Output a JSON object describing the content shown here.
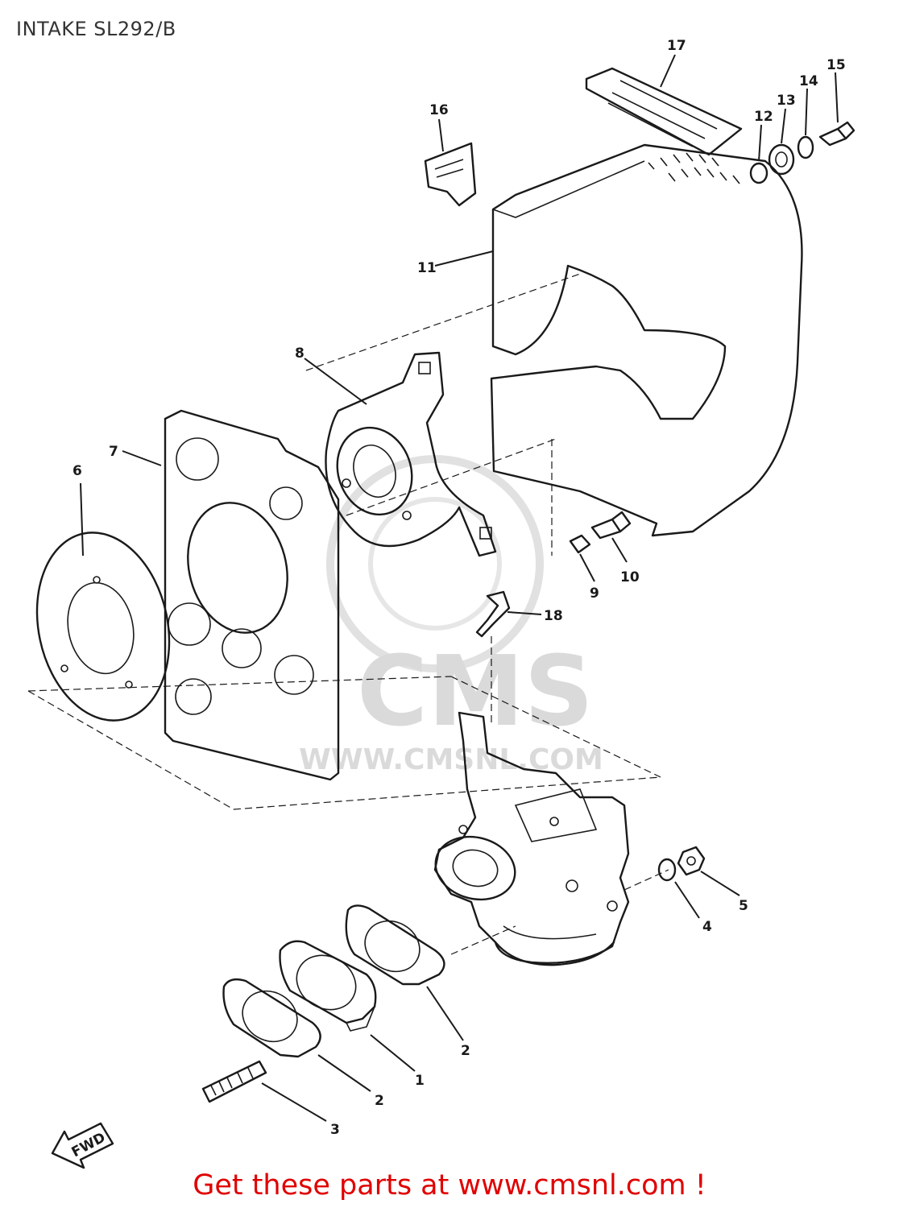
{
  "header": {
    "title": "INTAKE SL292/B"
  },
  "watermark": {
    "brand": "CMS",
    "url": "WWW.CMSNL.COM"
  },
  "callouts": [
    {
      "id": "c1",
      "label": "1"
    },
    {
      "id": "c2a",
      "label": "2"
    },
    {
      "id": "c2b",
      "label": "2"
    },
    {
      "id": "c3",
      "label": "3"
    },
    {
      "id": "c4",
      "label": "4"
    },
    {
      "id": "c5",
      "label": "5"
    },
    {
      "id": "c6",
      "label": "6"
    },
    {
      "id": "c7",
      "label": "7"
    },
    {
      "id": "c8",
      "label": "8"
    },
    {
      "id": "c9",
      "label": "9"
    },
    {
      "id": "c10",
      "label": "10"
    },
    {
      "id": "c11",
      "label": "11"
    },
    {
      "id": "c12",
      "label": "12"
    },
    {
      "id": "c13",
      "label": "13"
    },
    {
      "id": "c14",
      "label": "14"
    },
    {
      "id": "c15",
      "label": "15"
    },
    {
      "id": "c16",
      "label": "16"
    },
    {
      "id": "c17",
      "label": "17"
    },
    {
      "id": "c18",
      "label": "18"
    }
  ],
  "direction_marker": {
    "label": "FWD"
  },
  "footer": {
    "text": "Get these parts at www.cmsnl.com !"
  },
  "colors": {
    "footer": "#e00000",
    "line": "#1a1a1a",
    "watermark": "#d6d6d6"
  }
}
